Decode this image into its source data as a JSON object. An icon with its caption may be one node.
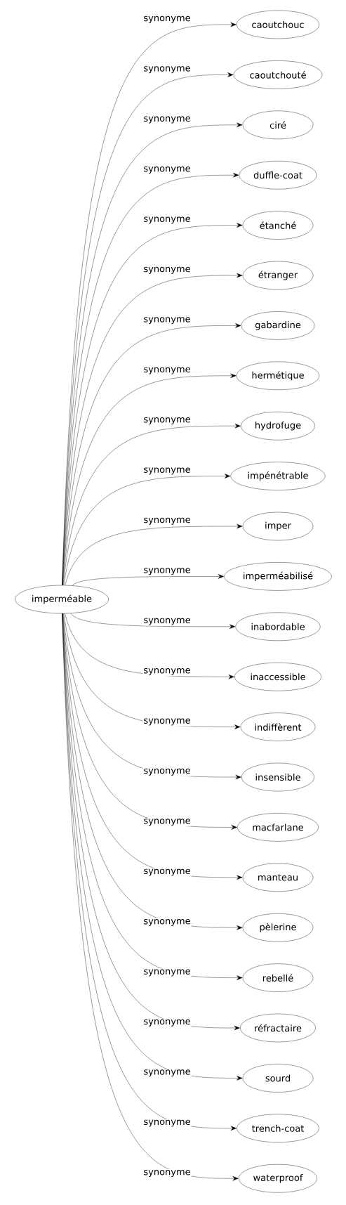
{
  "diagram": {
    "nodes": [
      {
        "text": [
          "imperméable"
        ]
      },
      {
        "text": [
          "caoutchouc"
        ]
      },
      {
        "text": [
          "caoutchouté"
        ]
      },
      {
        "text": [
          "ciré"
        ]
      },
      {
        "text": [
          "duffle-coat"
        ]
      },
      {
        "text": [
          "étanché"
        ]
      },
      {
        "text": [
          "étranger"
        ]
      },
      {
        "text": [
          "gabardine"
        ]
      },
      {
        "text": [
          "hermétique"
        ]
      },
      {
        "text": [
          "hydrofuge"
        ]
      },
      {
        "text": [
          "impénétrable"
        ]
      },
      {
        "text": [
          "imper"
        ]
      },
      {
        "text": [
          "imperméabilisé"
        ]
      },
      {
        "text": [
          "inabordable"
        ]
      },
      {
        "text": [
          "inaccessible"
        ]
      },
      {
        "text": [
          "indiffèrent"
        ]
      },
      {
        "text": [
          "insensible"
        ]
      },
      {
        "text": [
          "macfarlane"
        ]
      },
      {
        "text": [
          "manteau"
        ]
      },
      {
        "text": [
          "pèlerine"
        ]
      },
      {
        "text": [
          "rebellé"
        ]
      },
      {
        "text": [
          "réfractaire"
        ]
      },
      {
        "text": [
          "sourd"
        ]
      },
      {
        "text": [
          "trench-coat"
        ]
      },
      {
        "text": [
          "waterproof"
        ]
      }
    ],
    "edges": [
      {
        "from": 0,
        "to": 1,
        "arrow": "to",
        "label": "synonyme"
      },
      {
        "from": 0,
        "to": 2,
        "arrow": "to",
        "label": "synonyme"
      },
      {
        "from": 0,
        "to": 3,
        "arrow": "to",
        "label": "synonyme"
      },
      {
        "from": 0,
        "to": 4,
        "arrow": "to",
        "label": "synonyme"
      },
      {
        "from": 0,
        "to": 5,
        "arrow": "to",
        "label": "synonyme"
      },
      {
        "from": 0,
        "to": 6,
        "arrow": "to",
        "label": "synonyme"
      },
      {
        "from": 0,
        "to": 7,
        "arrow": "to",
        "label": "synonyme"
      },
      {
        "from": 0,
        "to": 8,
        "arrow": "to",
        "label": "synonyme"
      },
      {
        "from": 0,
        "to": 9,
        "arrow": "to",
        "label": "synonyme"
      },
      {
        "from": 0,
        "to": 10,
        "arrow": "to",
        "label": "synonyme"
      },
      {
        "from": 0,
        "to": 11,
        "arrow": "to",
        "label": "synonyme"
      },
      {
        "from": 0,
        "to": 12,
        "arrow": "to",
        "label": "synonyme"
      },
      {
        "from": 0,
        "to": 13,
        "arrow": "to",
        "label": "synonyme"
      },
      {
        "from": 0,
        "to": 14,
        "arrow": "to",
        "label": "synonyme"
      },
      {
        "from": 0,
        "to": 15,
        "arrow": "to",
        "label": "synonyme"
      },
      {
        "from": 0,
        "to": 16,
        "arrow": "to",
        "label": "synonyme"
      },
      {
        "from": 0,
        "to": 17,
        "arrow": "to",
        "label": "synonyme"
      },
      {
        "from": 0,
        "to": 18,
        "arrow": "to",
        "label": "synonyme"
      },
      {
        "from": 0,
        "to": 19,
        "arrow": "to",
        "label": "synonyme"
      },
      {
        "from": 0,
        "to": 20,
        "arrow": "to",
        "label": "synonyme"
      },
      {
        "from": 0,
        "to": 21,
        "arrow": "to",
        "label": "synonyme"
      },
      {
        "from": 0,
        "to": 22,
        "arrow": "to",
        "label": "synonyme"
      },
      {
        "from": 0,
        "to": 23,
        "arrow": "to",
        "label": "synonyme"
      },
      {
        "from": 0,
        "to": 24,
        "arrow": "to",
        "label": "synonyme"
      }
    ]
  }
}
